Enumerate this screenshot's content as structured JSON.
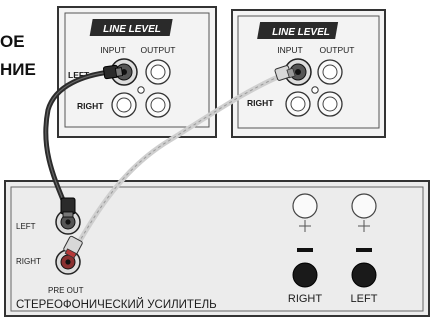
{
  "title_fragments": [
    "ОЕ",
    "НИЕ"
  ],
  "units": [
    {
      "badge": "LINE LEVEL",
      "input_label": "INPUT",
      "output_label": "OUTPUT",
      "left_label": "LEFT",
      "right_label": "RIGHT"
    },
    {
      "badge": "LINE LEVEL",
      "input_label": "INPUT",
      "output_label": "OUTPUT",
      "right_label": "RIGHT"
    }
  ],
  "amplifier": {
    "left_label": "LEFT",
    "right_label": "RIGHT",
    "pre_out_label": "PRE OUT",
    "name": "СТЕРЕОФОНИЧЕСКИЙ УСИЛИТЕЛЬ",
    "speaker_right_label": "RIGHT",
    "speaker_left_label": "LEFT",
    "plus_symbol": "+",
    "minus_symbol": "−"
  },
  "colors": {
    "panel_fill": "#f3f3f3",
    "panel_border": "#333333",
    "amp_fill": "#ececec",
    "badge_fill": "#2a2a2a",
    "badge_text": "#ffffff",
    "cable_dark": "#2b2b2b",
    "cable_light": "#cfcfcf",
    "plug_red": "#b53a3a"
  }
}
